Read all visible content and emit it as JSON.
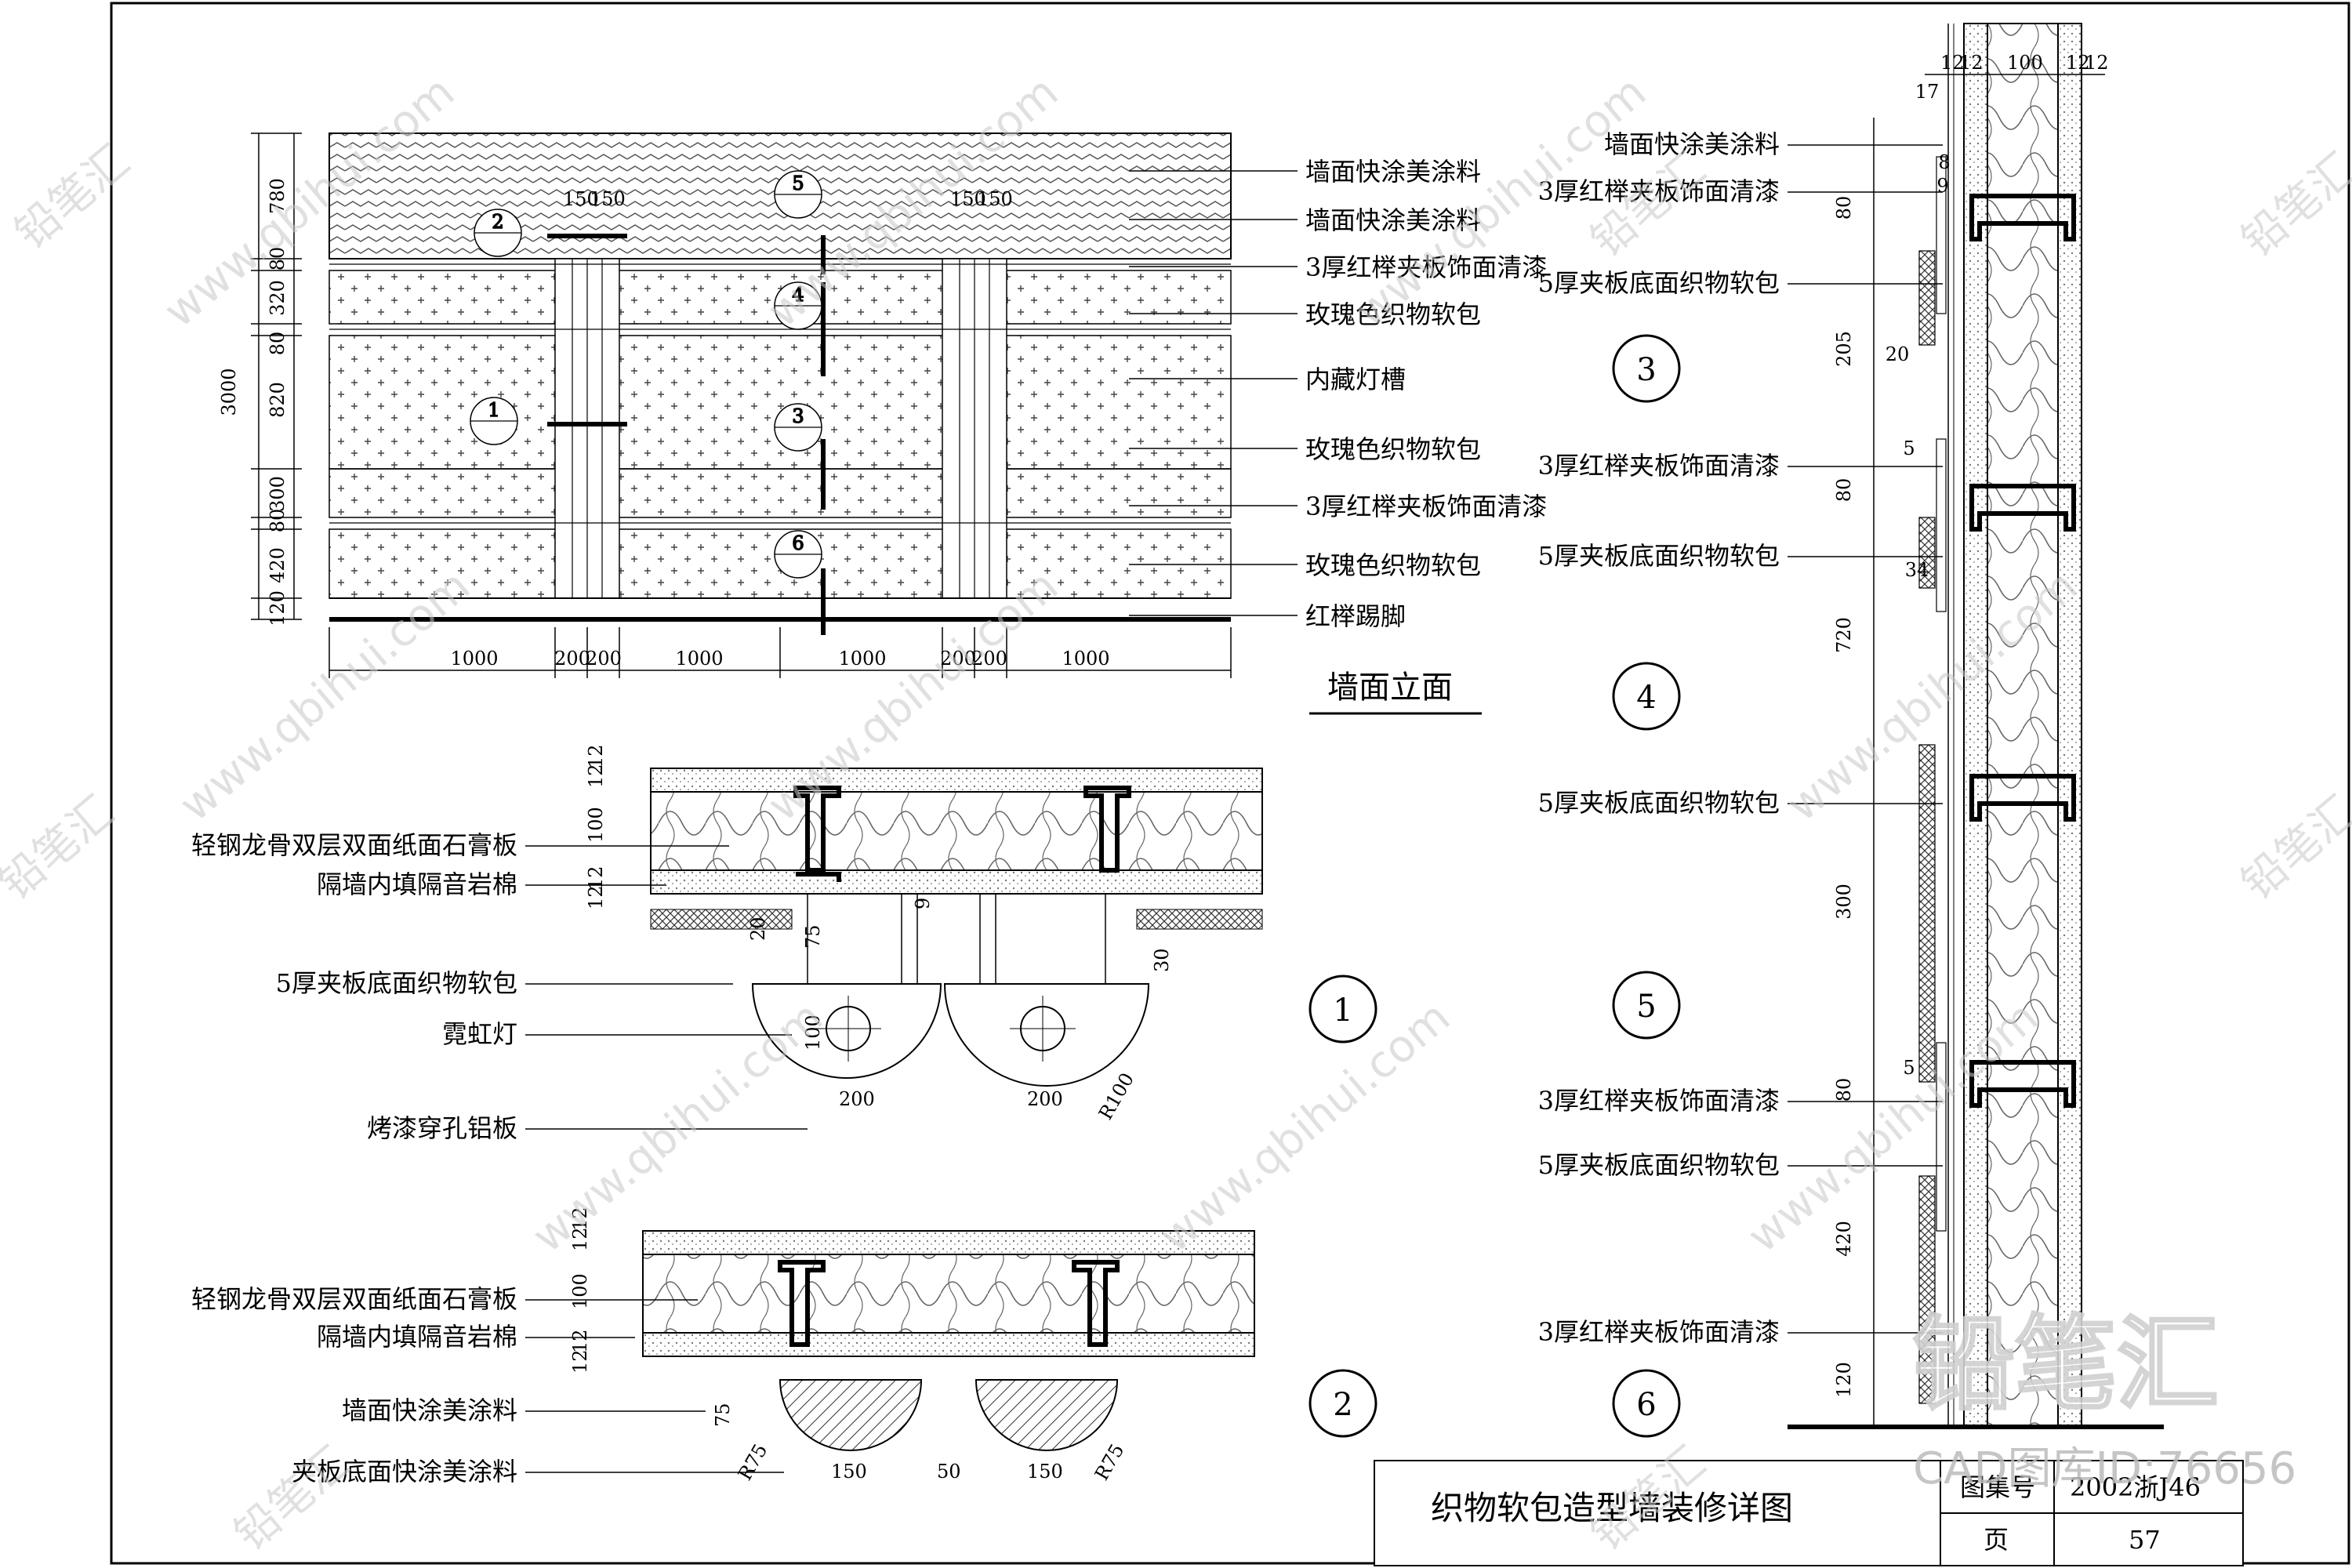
{
  "elevation": {
    "title": "墙面立面",
    "height_dim": "3000",
    "row_dims": [
      "780",
      "80",
      "320",
      "80",
      "820",
      "300",
      "80",
      "420",
      "120"
    ],
    "col_dims": [
      "1000",
      "200",
      "200",
      "1000",
      "1000",
      "200",
      "200",
      "1000"
    ],
    "top_dims": [
      "150",
      "150"
    ],
    "labels": [
      "墙面快涂美涂料",
      "墙面快涂美涂料",
      "3厚红榉夹板饰面清漆",
      "玫瑰色织物软包",
      "内藏灯槽",
      "玫瑰色织物软包",
      "3厚红榉夹板饰面清漆",
      "玫瑰色织物软包",
      "红榉踢脚"
    ],
    "markers": [
      "2",
      "5",
      "4",
      "1",
      "3",
      "6"
    ]
  },
  "section1": {
    "number": "1",
    "labels": [
      "轻钢龙骨双层双面纸面石膏板",
      "隔墙内填隔音岩棉",
      "5厚夹板底面织物软包",
      "霓虹灯",
      "烤漆穿孔铝板"
    ],
    "dims": [
      "12",
      "12",
      "100",
      "12",
      "12",
      "20",
      "75",
      "9",
      "30",
      "100",
      "200",
      "200",
      "R100"
    ]
  },
  "section2": {
    "number": "2",
    "labels": [
      "轻钢龙骨双层双面纸面石膏板",
      "隔墙内填隔音岩棉",
      "墙面快涂美涂料",
      "夹板底面快涂美涂料"
    ],
    "dims": [
      "12",
      "12",
      "100",
      "12",
      "12",
      "75",
      "150",
      "50",
      "150",
      "R75",
      "R75"
    ]
  },
  "vertical": {
    "top_dims": [
      "12",
      "12",
      "100",
      "12",
      "12"
    ],
    "side_dims": [
      "17",
      "8",
      "9",
      "80",
      "205",
      "20",
      "5",
      "80",
      "34",
      "720",
      "300",
      "5",
      "80",
      "420",
      "120"
    ],
    "labels": [
      "墙面快涂美涂料",
      "3厚红榉夹板饰面清漆",
      "5厚夹板底面织物软包",
      "3厚红榉夹板饰面清漆",
      "5厚夹板底面织物软包",
      "5厚夹板底面织物软包",
      "3厚红榉夹板饰面清漆",
      "5厚夹板底面织物软包",
      "3厚红榉夹板饰面清漆"
    ],
    "numbers": [
      "3",
      "4",
      "5",
      "6"
    ]
  },
  "title_block": {
    "title": "织物软包造型墙装修详图",
    "atlas_label": "图集号",
    "atlas_value": "2002浙J46",
    "page_label": "页",
    "page_value": "57"
  },
  "watermark": {
    "url": "www.qbihui.com",
    "brand": "铅笔汇",
    "cad_id": "CAD图库ID:76656"
  }
}
